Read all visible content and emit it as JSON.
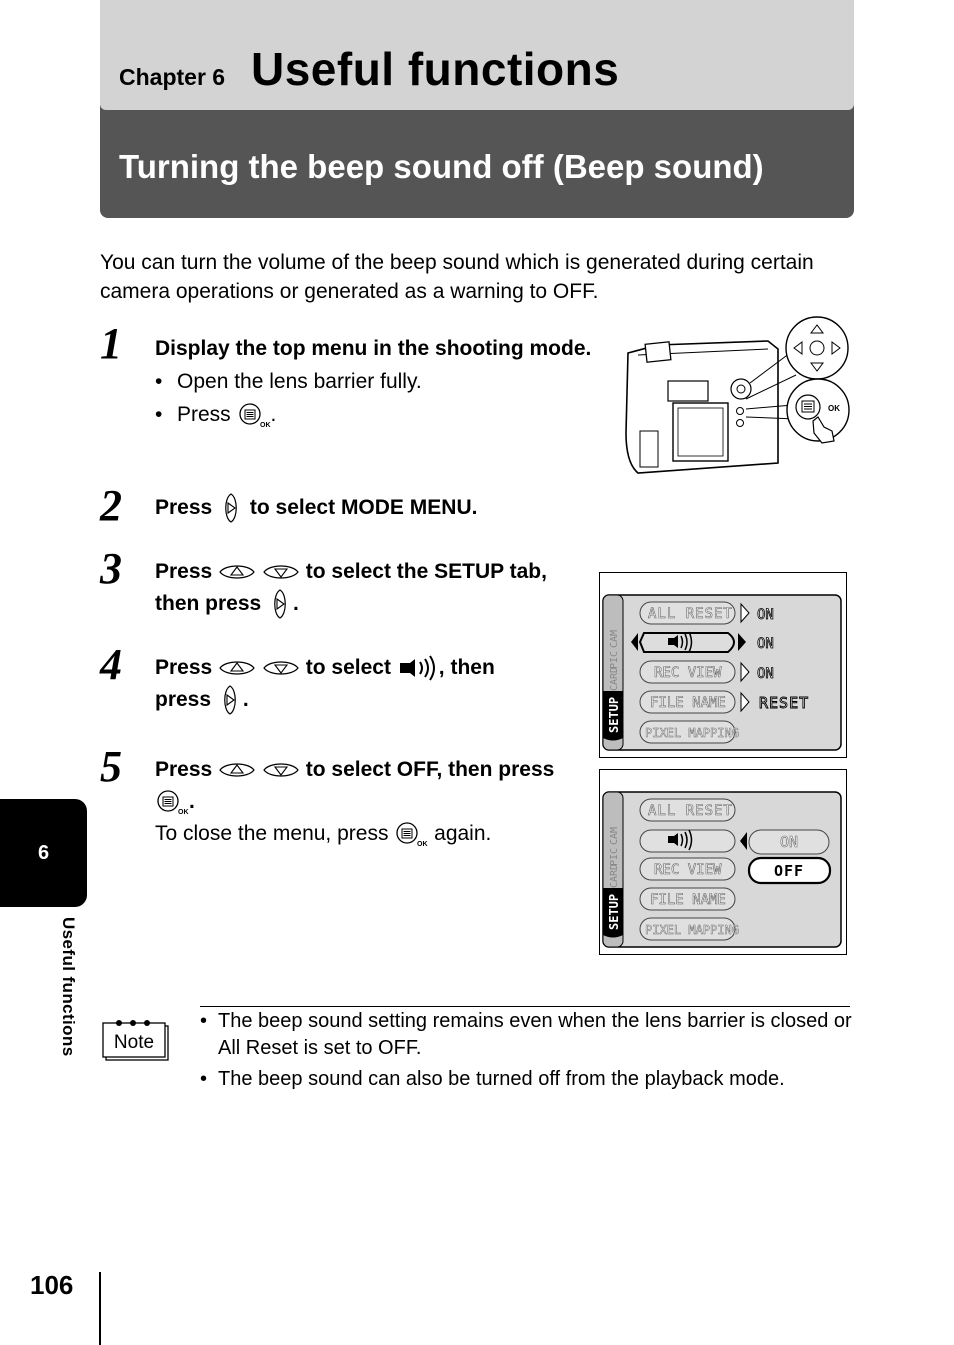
{
  "header": {
    "chapter_label": "Chapter 6",
    "chapter_title": "Useful functions",
    "section_title": "Turning the beep sound off (Beep sound)"
  },
  "intro": "You can turn the volume of the beep sound which is generated during certain camera operations or generated as a warning to OFF.",
  "steps": [
    {
      "num": "1",
      "title": "Display the top menu in the shooting mode.",
      "bullet1": "Open the lens barrier fully.",
      "bullet2_pre": "Press",
      "bullet2_post": "."
    },
    {
      "num": "2",
      "pre": "Press",
      "post": "to select MODE MENU."
    },
    {
      "num": "3",
      "pre": "Press",
      "mid": "to select the SETUP tab, then press",
      "post": "."
    },
    {
      "num": "4",
      "pre": "Press",
      "mid": "to select",
      "mid2": ", then press",
      "post": "."
    },
    {
      "num": "5",
      "pre": "Press",
      "mid": "to select OFF, then press",
      "post": ".",
      "sub_pre": "To close the menu, press",
      "sub_post": "again."
    }
  ],
  "screen1": {
    "tabs": [
      "CAM",
      "PIC",
      "CARD",
      "SETUP"
    ],
    "rows": [
      {
        "label": "ALL RESET",
        "value": "ON"
      },
      {
        "label": "",
        "value": "ON"
      },
      {
        "label": "REC VIEW",
        "value": "ON"
      },
      {
        "label": "FILE NAME",
        "value": "RESET"
      },
      {
        "label": "PIXEL MAPPING",
        "value": ""
      }
    ]
  },
  "screen2": {
    "tabs": [
      "CAM",
      "PIC",
      "CARD",
      "SETUP"
    ],
    "rows": [
      "ALL RESET",
      "",
      "REC VIEW",
      "FILE NAME",
      "PIXEL MAPPING"
    ],
    "options": [
      "ON",
      "OFF"
    ],
    "selected": "OFF"
  },
  "camera": {
    "ok_label": "OK"
  },
  "side": {
    "chapter_num": "6",
    "label": "Useful functions"
  },
  "note": {
    "icon_label": "Note",
    "items": [
      "The beep sound setting remains even when the lens barrier is closed or All Reset is set to OFF.",
      "The beep sound can also be turned off from the playback mode."
    ]
  },
  "page_number": "106"
}
